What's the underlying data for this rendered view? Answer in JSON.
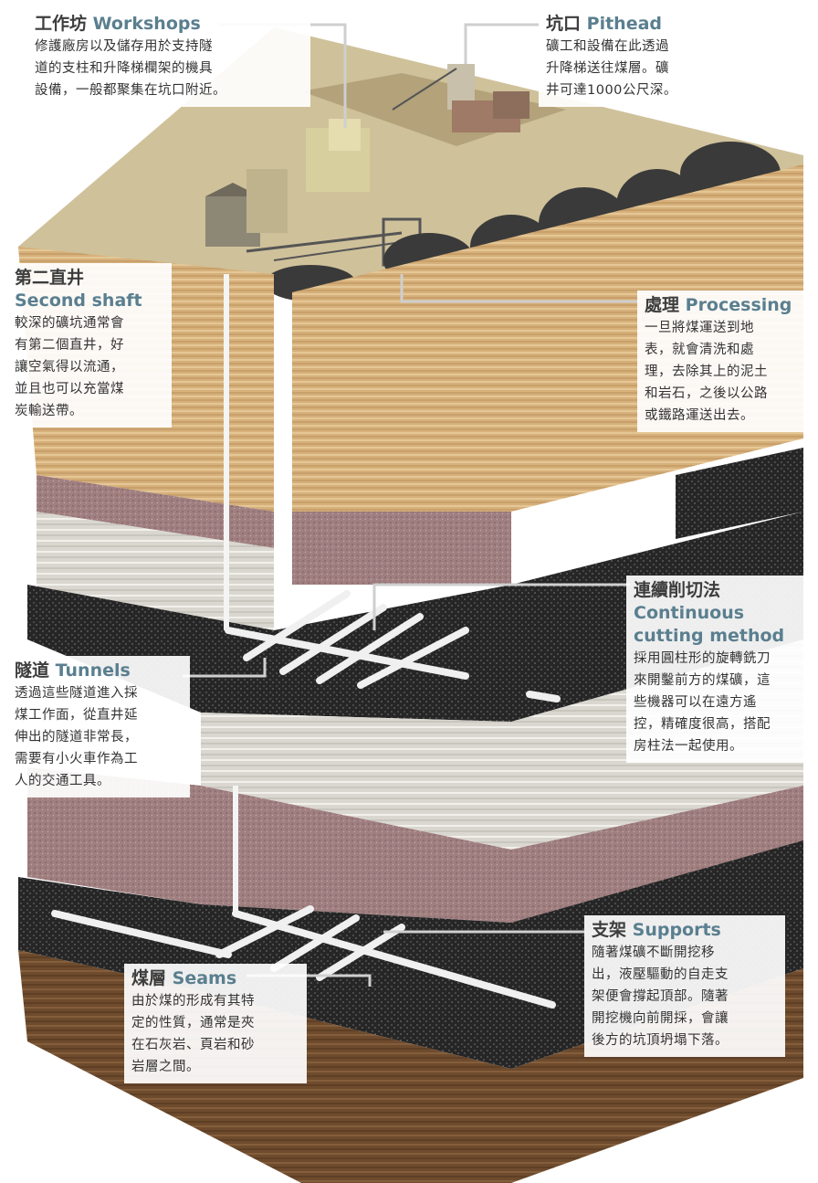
{
  "labels": {
    "workshops": {
      "title_zh": "工作坊",
      "title_en": "Workshops",
      "lines": [
        "修護廠房以及儲存用於支持隧",
        "道的支柱和升降梯欄架的機具",
        "設備，一般都聚集在坑口附近。"
      ]
    },
    "pithead": {
      "title_zh": "坑口",
      "title_en": "Pithead",
      "lines": [
        "礦工和設備在此透過",
        "升降梯送往煤層。礦",
        "井可達1000公尺深。"
      ]
    },
    "second_shaft": {
      "title_zh": "第二直井",
      "title_en": "Second shaft",
      "lines": [
        "較深的礦坑通常會",
        "有第二個直井，好",
        "讓空氣得以流通，",
        "並且也可以充當煤",
        "炭輸送帶。"
      ]
    },
    "processing": {
      "title_zh": "處理",
      "title_en": "Processing",
      "lines": [
        "一旦將煤運送到地",
        "表，就會清洗和處",
        "理，去除其上的泥土",
        "和岩石，之後以公路",
        "或鐵路運送出去。"
      ]
    },
    "continuous": {
      "title_zh": "連續削切法",
      "title_en_1": "Continuous",
      "title_en_2": "cutting method",
      "lines": [
        "採用圓柱形的旋轉銑刀",
        "來開鑿前方的煤礦，這",
        "些機器可以在遠方遙",
        "控，精確度很高，搭配",
        "房柱法一起使用。"
      ]
    },
    "tunnels": {
      "title_zh": "隧道",
      "title_en": "Tunnels",
      "lines": [
        "透過這些隧道進入採",
        "煤工作面，從直井延",
        "伸出的隧道非常長，",
        "需要有小火車作為工",
        "人的交通工具。"
      ]
    },
    "supports": {
      "title_zh": "支架",
      "title_en": "Supports",
      "lines": [
        "隨著煤礦不斷開挖移",
        "出，液壓驅動的自走支",
        "架便會撐起頂部。隨著",
        "開挖機向前開採，會讓",
        "後方的坑頂坍塌下落。"
      ]
    },
    "seams": {
      "title_zh": "煤層",
      "title_en": "Seams",
      "lines": [
        "由於煤的形成有其特",
        "定的性質，通常是夾",
        "在石灰岩、頁岩和砂",
        "岩層之間。"
      ]
    }
  },
  "colors": {
    "title_en": "#5a7f8f",
    "coal": "#2b2b2b",
    "sandstone": "#d9b27a",
    "shale": "#9e7b7b",
    "limestone": "#d8d6cf",
    "soil": "#6b4a2e",
    "surface": "#cbbd96"
  }
}
